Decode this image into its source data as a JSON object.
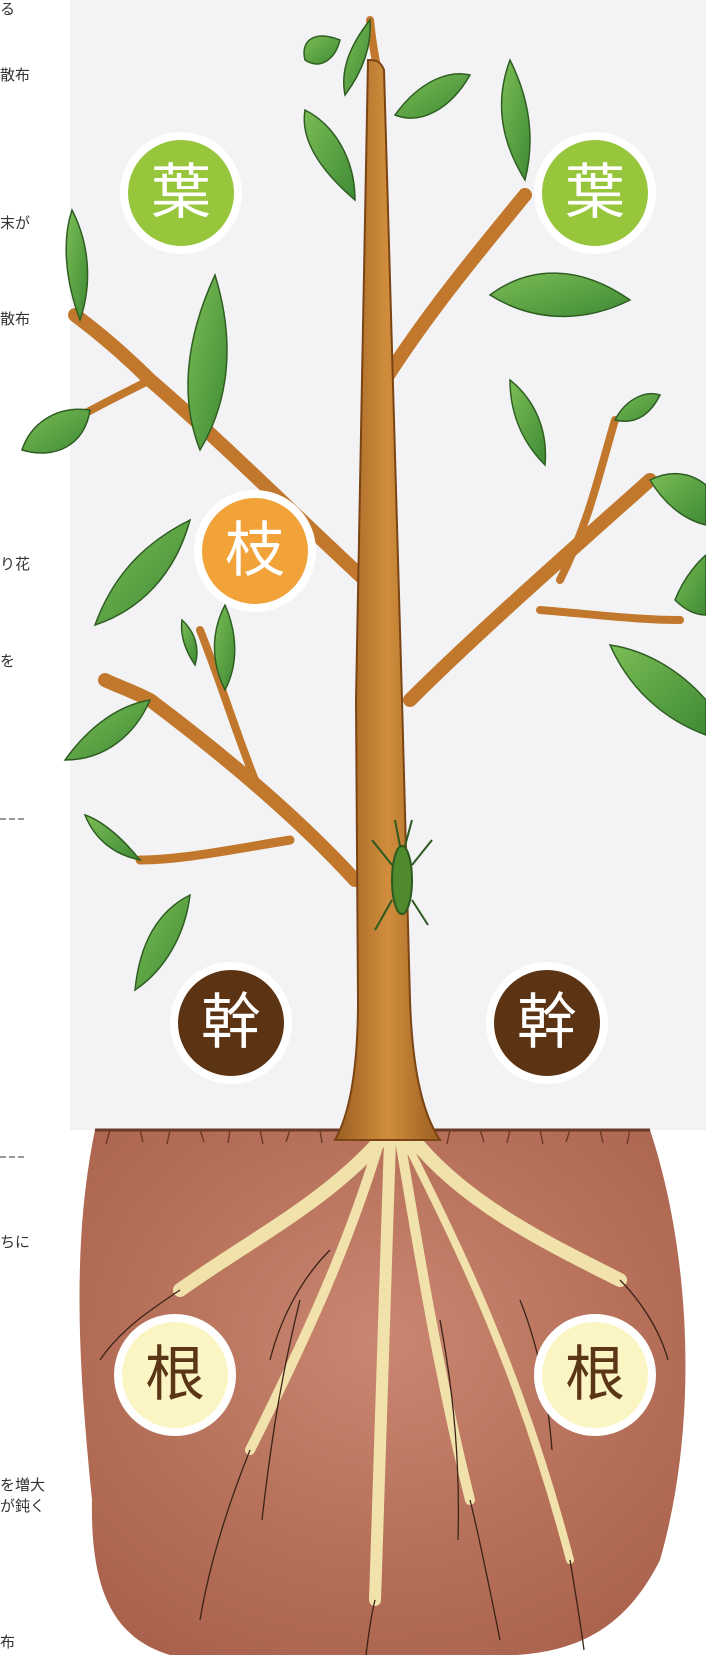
{
  "edge_text": [
    "る",
    "散布",
    "末が",
    "散布",
    "り花",
    "を",
    "ちに",
    "を増大",
    "が鈍く",
    "布"
  ],
  "labels": {
    "leaf_left": "葉",
    "leaf_right": "葉",
    "branch": "枝",
    "trunk_left": "幹",
    "trunk_right": "幹",
    "root_left": "根",
    "root_right": "根"
  },
  "colors": {
    "leaf_badge": "#97c53c",
    "branch_badge": "#f1a33a",
    "trunk_badge": "#5c3414",
    "root_badge": "#fbf5c4",
    "root_text": "#5a3516",
    "soil": "#b56f57",
    "trunk": "#c98433",
    "leaf": "#5da344",
    "root": "#f2e6b3"
  }
}
